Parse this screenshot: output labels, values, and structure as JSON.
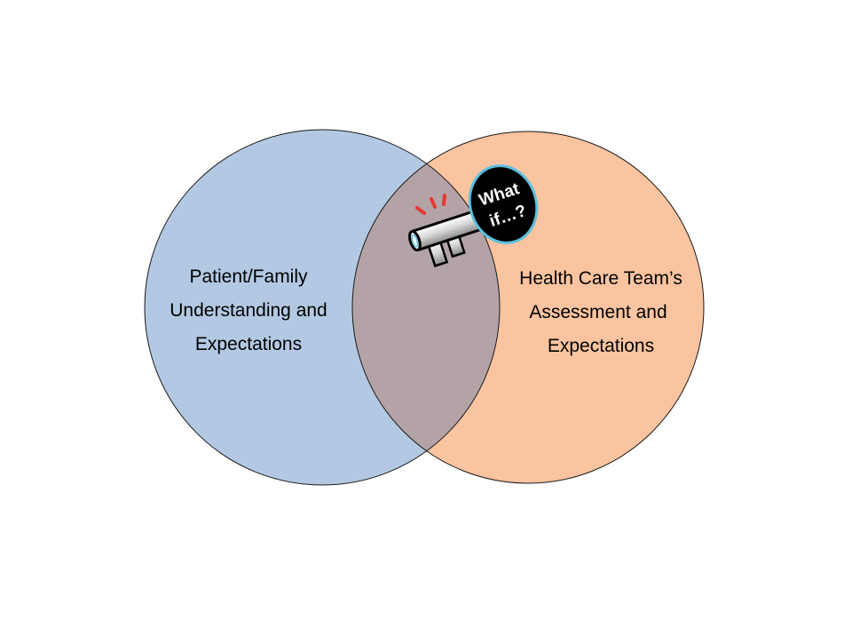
{
  "diagram": {
    "type": "venn",
    "left_circle": {
      "lines": [
        "Patient/Family",
        "Understanding and",
        "Expectations"
      ],
      "fill": "#b3c9e3"
    },
    "right_circle": {
      "lines": [
        "Health Care Team’s",
        "Assessment and",
        "Expectations"
      ],
      "fill": "#fac4a0"
    },
    "overlap_fill": "#b3a3a7",
    "outline": "#000000",
    "key": {
      "icon": "key-icon",
      "tag_lines": [
        "What",
        "if…?"
      ],
      "tag_fill": "#000000",
      "tag_ring": "#5bc0de",
      "tag_text_color": "#ffffff",
      "accent_lines_color": "#e53935"
    }
  }
}
